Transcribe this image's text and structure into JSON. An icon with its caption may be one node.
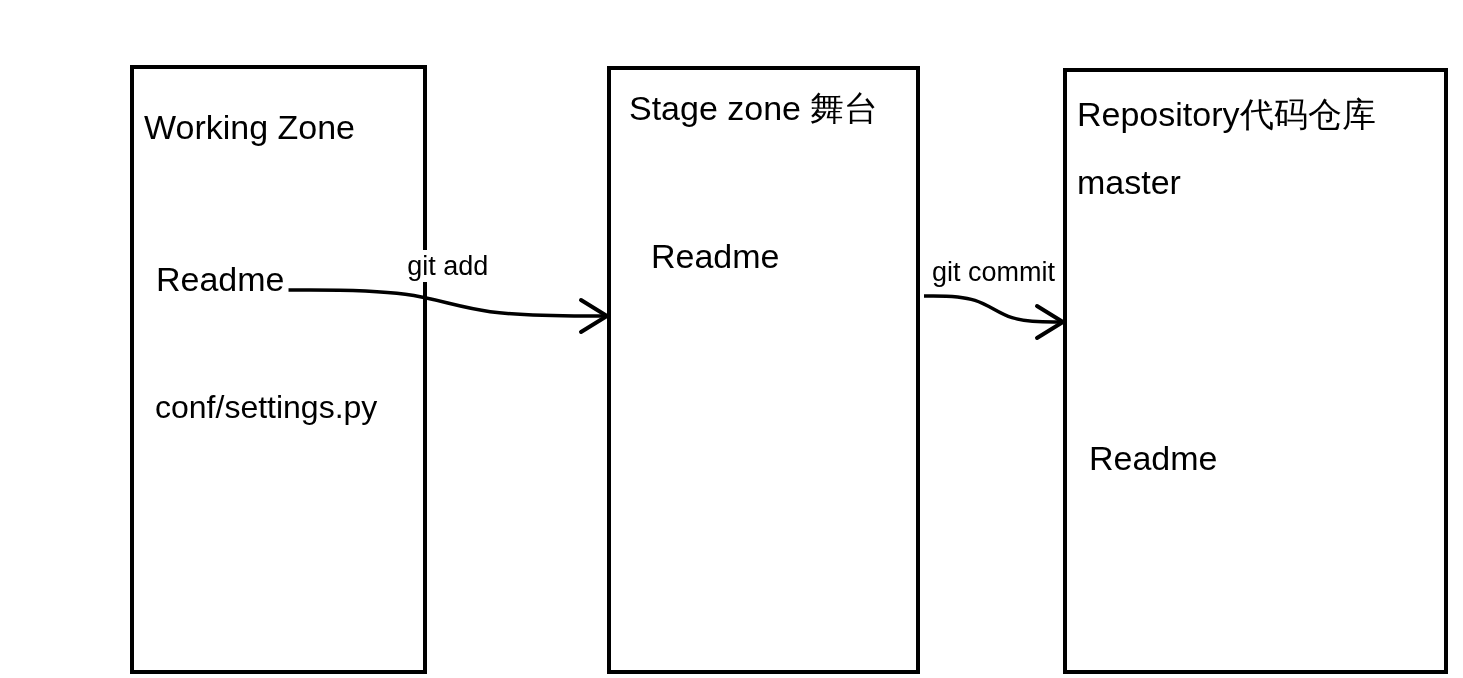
{
  "diagram": {
    "nodes": [
      {
        "text": [
          "Working Zone"
        ]
      },
      {
        "text": [
          "Readme"
        ],
        "in": 0
      },
      {
        "text": [
          "Stage zone 舞台"
        ]
      },
      {
        "text": [
          "Readme"
        ],
        "in": 2
      },
      {
        "text": [
          "Repository代码仓库",
          "master"
        ]
      },
      {
        "text": [
          "Readme"
        ],
        "in": 4
      }
    ],
    "edges": [
      {
        "from": 1,
        "to": 2,
        "arrow": "to",
        "label": "git add"
      },
      {
        "from": 2,
        "to": 4,
        "arrow": "to",
        "label": "git commit"
      }
    ],
    "labels": [
      "conf/settings.py"
    ]
  }
}
